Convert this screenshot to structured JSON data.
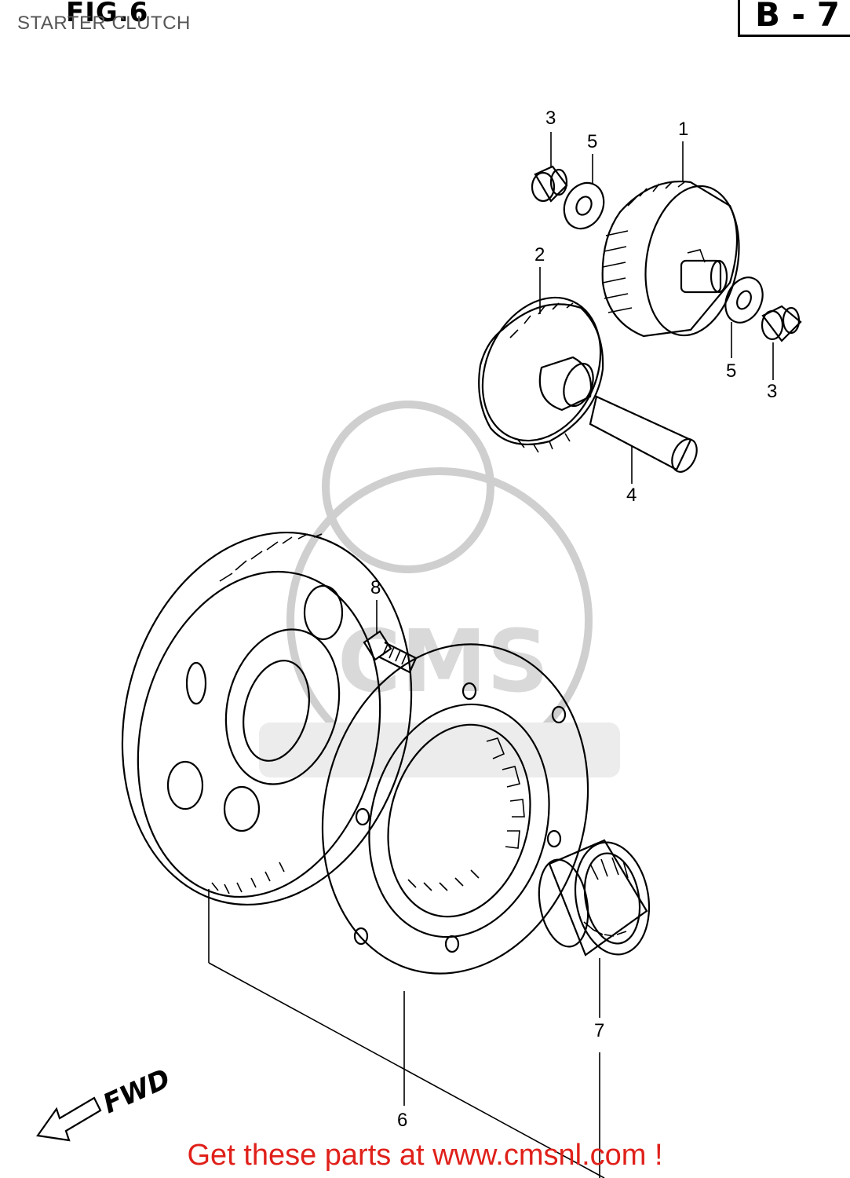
{
  "header": {
    "figure_label": "FIG.6",
    "subtitle": "STARTER CLUTCH",
    "code": "B - 7"
  },
  "callouts": {
    "c1": "1",
    "c2": "2",
    "c3a": "3",
    "c3b": "3",
    "c4": "4",
    "c5a": "5",
    "c5b": "5",
    "c6": "6",
    "c7": "7",
    "c8": "8"
  },
  "direction": {
    "label": "FWD"
  },
  "watermark": {
    "text": "CMS"
  },
  "footer": {
    "text": "Get these parts at www.cmsnl.com !"
  }
}
